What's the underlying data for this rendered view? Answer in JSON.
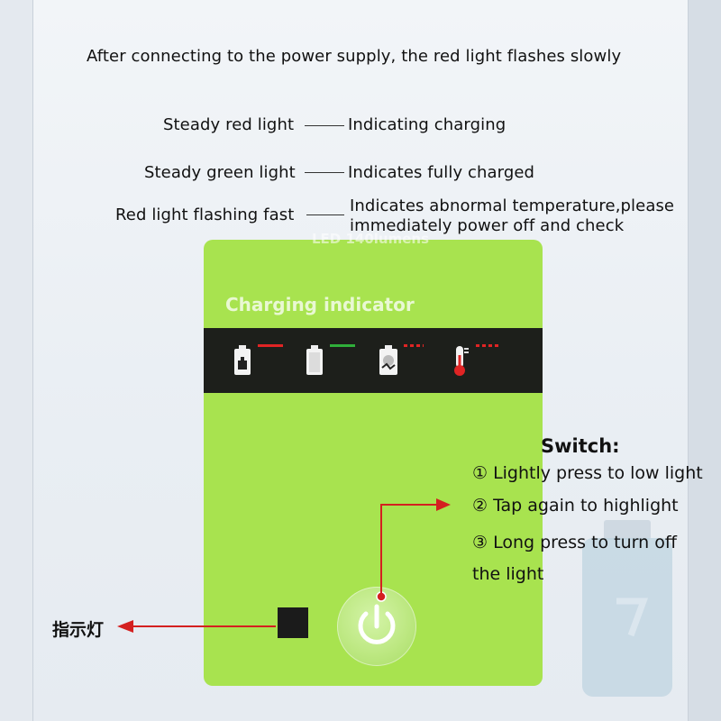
{
  "header_note": "After connecting to the power supply, the red light flashes slowly",
  "legend": [
    {
      "state": "Steady red light",
      "meaning": "Indicating charging"
    },
    {
      "state": "Steady green light",
      "meaning": "Indicates fully charged"
    },
    {
      "state": "Red light flashing fast",
      "meaning_line1": "Indicates abnormal temperature,please",
      "meaning_line2": "immediately power off and check"
    }
  ],
  "card": {
    "top_text": "LED 140lumens",
    "heading": "Charging indicator",
    "background_color": "#a8e34f",
    "icons": [
      "battery-charging-icon",
      "battery-full-icon",
      "battery-damage-icon",
      "thermometer-icon"
    ]
  },
  "switch": {
    "title": "Switch:",
    "steps": [
      "① Lightly press to low light",
      "② Tap again to highlight",
      "③ Long press to turn off",
      "the light"
    ]
  },
  "indicator_label": "指示灯",
  "colors": {
    "arrow": "#d42020",
    "red_led": "#e02424",
    "green_led": "#2fae3a"
  }
}
